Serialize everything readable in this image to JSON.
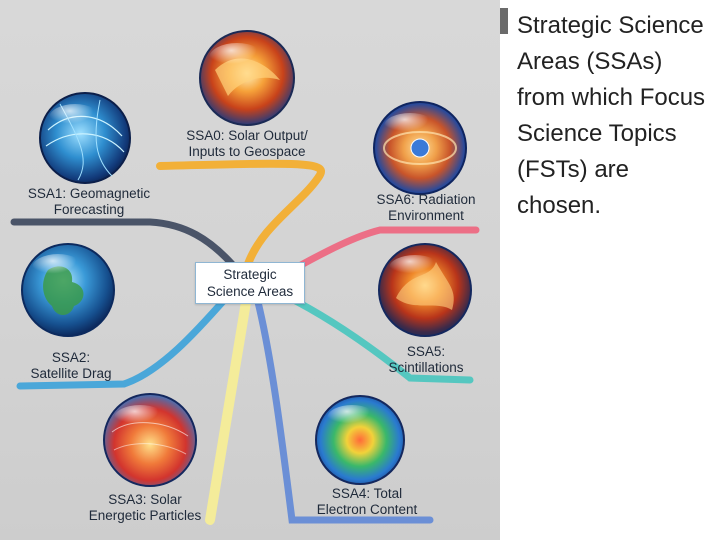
{
  "diagram": {
    "center_label": [
      "Strategic",
      "Science Areas"
    ],
    "areas": [
      {
        "id": "ssa0",
        "lines": [
          "SSA0:  Solar Output/",
          "Inputs to Geospace"
        ],
        "color": "#f2b038",
        "theme": "sun"
      },
      {
        "id": "ssa1",
        "lines": [
          "SSA1: Geomagnetic",
          "Forecasting"
        ],
        "color": "#4a5468",
        "theme": "earth-field"
      },
      {
        "id": "ssa2",
        "lines": [
          "SSA2:",
          "Satellite Drag"
        ],
        "color": "#4aa7d9",
        "theme": "earth"
      },
      {
        "id": "ssa3",
        "lines": [
          "SSA3:  Solar",
          "Energetic Particles"
        ],
        "color": "#f4ec9a",
        "theme": "red-map"
      },
      {
        "id": "ssa4",
        "lines": [
          "SSA4: Total",
          "Electron Content"
        ],
        "color": "#6b8fd6",
        "theme": "tec-map"
      },
      {
        "id": "ssa5",
        "lines": [
          "SSA5:",
          "Scintillations"
        ],
        "color": "#55c7c0",
        "theme": "fire"
      },
      {
        "id": "ssa6",
        "lines": [
          "SSA6: Radiation",
          "Environment"
        ],
        "color": "#ec6f86",
        "theme": "radiation-belt"
      }
    ]
  },
  "caption": "Strategic Science Areas (SSAs) from which Focus Science Topics (FSTs) are chosen."
}
